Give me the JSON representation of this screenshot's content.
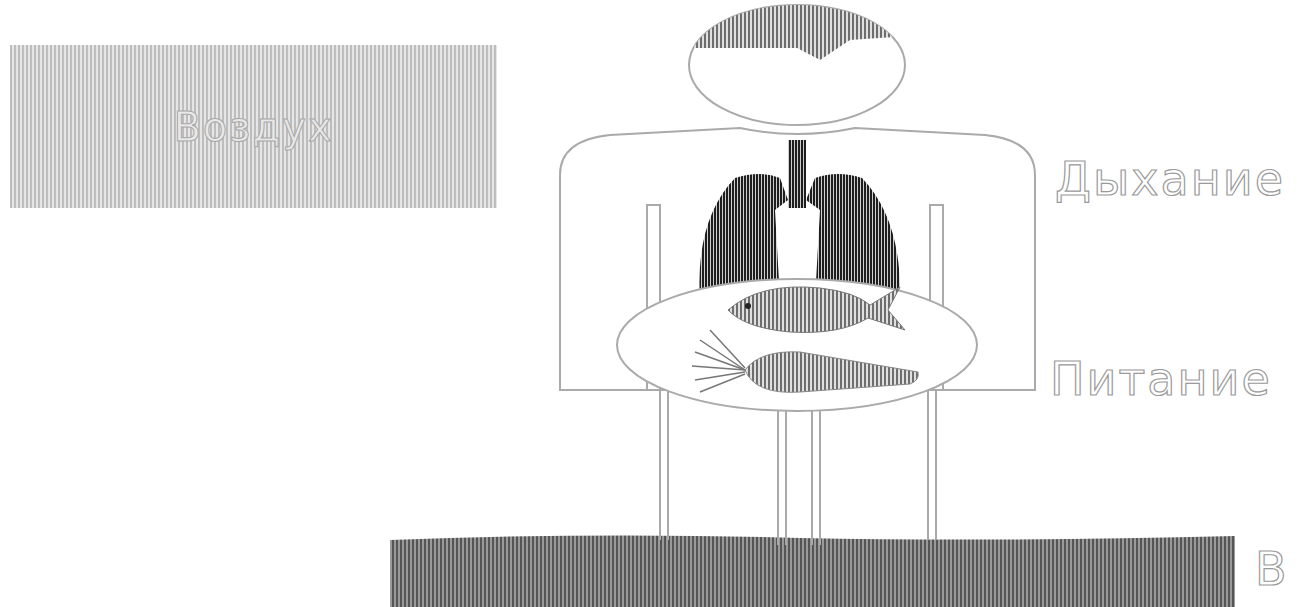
{
  "diagram": {
    "nodes": [
      {
        "text": [
          "Воздух"
        ]
      }
    ],
    "labels": [
      "Дыхание",
      "Питание",
      "В"
    ]
  }
}
